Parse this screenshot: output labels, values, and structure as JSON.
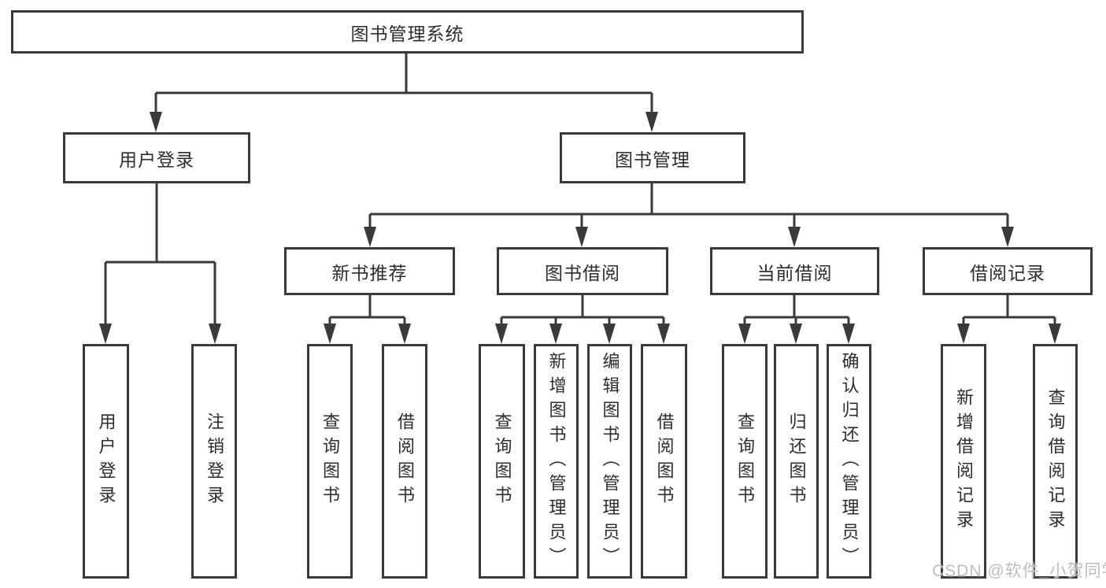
{
  "nodes": {
    "root": "图书管理系统",
    "user_login": "用户登录",
    "book_mgmt": "图书管理",
    "new_book_rec": "新书推荐",
    "book_borrow": "图书借阅",
    "current_borrow": "当前借阅",
    "borrow_records": "借阅记录",
    "leaf_user_login": "用户登录",
    "leaf_logout": "注销登录",
    "leaf_query_book_rec": "查询图书",
    "leaf_borrow_book_rec": "借阅图书",
    "leaf_query_book_borrow": "查询图书",
    "leaf_add_book_admin": "新增图书（管理员）",
    "leaf_edit_book_admin": "编辑图书（管理员）",
    "leaf_borrow_book_borrow": "借阅图书",
    "leaf_query_book_current": "查询图书",
    "leaf_return_book": "归还图书",
    "leaf_confirm_return_admin": "确认归还（管理员）",
    "leaf_add_borrow_record": "新增借阅记录",
    "leaf_query_borrow_record": "查询借阅记录"
  },
  "hierarchy": {
    "图书管理系统": {
      "用户登录": [
        "用户登录",
        "注销登录"
      ],
      "图书管理": {
        "新书推荐": [
          "查询图书",
          "借阅图书"
        ],
        "图书借阅": [
          "查询图书",
          "新增图书（管理员）",
          "编辑图书（管理员）",
          "借阅图书"
        ],
        "当前借阅": [
          "查询图书",
          "归还图书",
          "确认归还（管理员）"
        ],
        "借阅记录": [
          "新增借阅记录",
          "查询借阅记录"
        ]
      }
    }
  },
  "watermark": "CSDN @软件_小贺同学",
  "colors": {
    "line": "#3a3a3a",
    "text": "#2d2d2d",
    "watermark": "#bdbdbd",
    "background": "#ffffff"
  }
}
